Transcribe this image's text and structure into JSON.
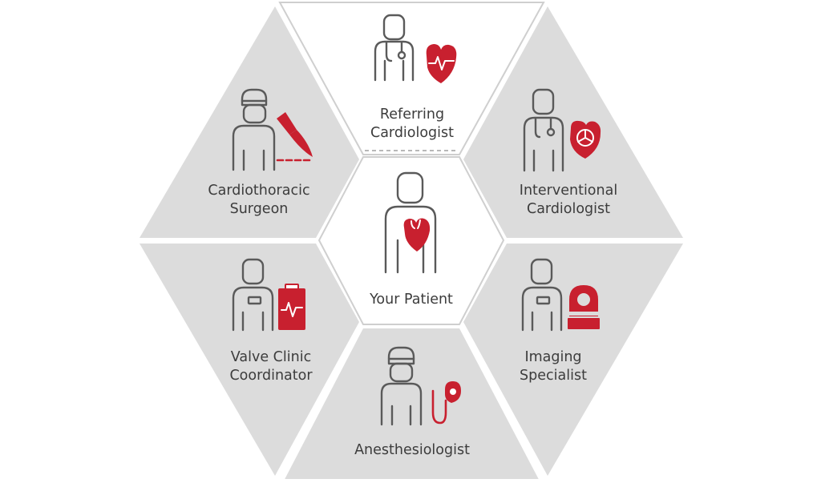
{
  "diagram": {
    "center": {
      "label": "Your Patient",
      "icon": "patient-heart-icon"
    },
    "roles": [
      {
        "id": "referring-cardiologist",
        "lines": [
          "Referring",
          "Cardiologist"
        ],
        "icon": "doctor-heart-icon"
      },
      {
        "id": "interventional-cardiologist",
        "lines": [
          "Interventional",
          "Cardiologist"
        ],
        "icon": "doctor-valve-icon"
      },
      {
        "id": "imaging-specialist",
        "lines": [
          "Imaging",
          "Specialist"
        ],
        "icon": "scanner-icon"
      },
      {
        "id": "anesthesiologist",
        "lines": [
          "Anesthesiologist"
        ],
        "icon": "anesthesia-mask-icon"
      },
      {
        "id": "valve-clinic-coordinator",
        "lines": [
          "Valve Clinic",
          "Coordinator"
        ],
        "icon": "clipboard-icon"
      },
      {
        "id": "cardiothoracic-surgeon",
        "lines": [
          "Cardiothoracic",
          "Surgeon"
        ],
        "icon": "scalpel-icon"
      }
    ]
  },
  "colors": {
    "panel_fill": "#dcdcdc",
    "top_panel_fill": "#ffffff",
    "accent_red": "#c8202f",
    "figure_stroke": "#5a5a5a",
    "text": "#3c3c3c"
  }
}
